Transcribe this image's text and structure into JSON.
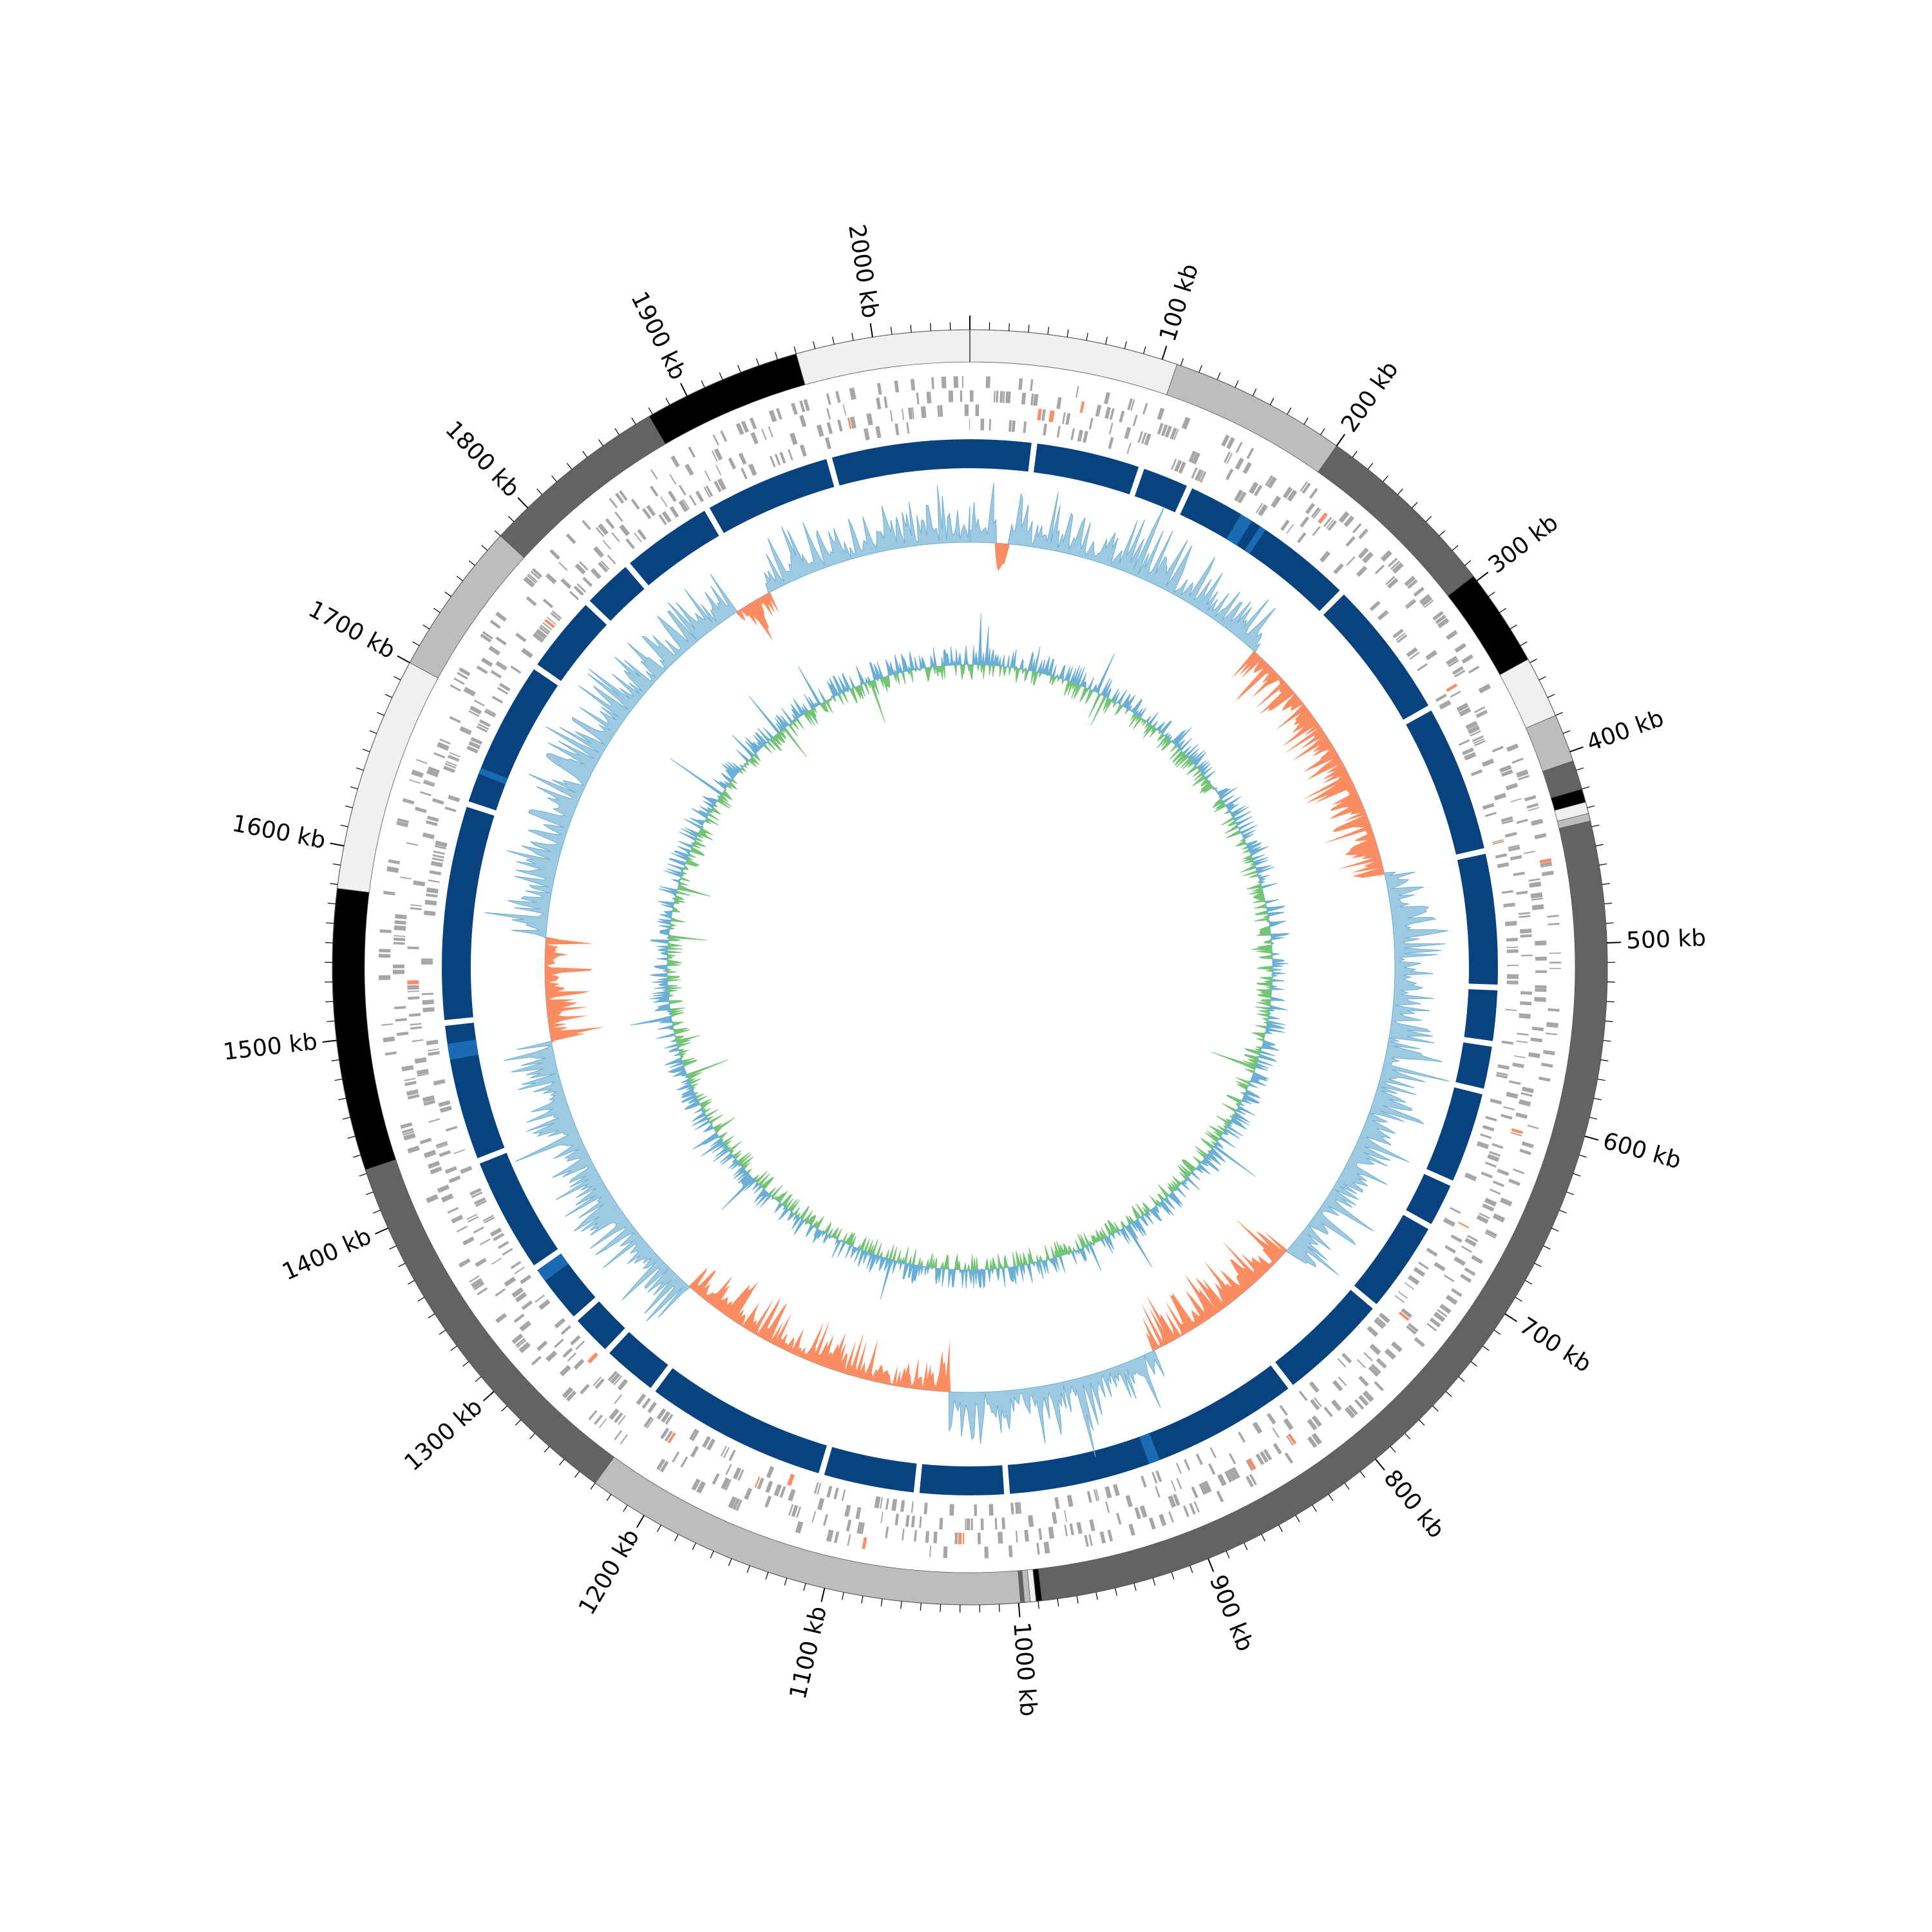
{
  "chart_data": {
    "type": "circular-genome",
    "genome_length_kb": 2050,
    "axis": {
      "unit": "kb",
      "major_ticks": [
        {
          "value": 100,
          "label": "100 kb"
        },
        {
          "value": 200,
          "label": "200 kb"
        },
        {
          "value": 300,
          "label": "300 kb"
        },
        {
          "value": 400,
          "label": "400 kb"
        },
        {
          "value": 500,
          "label": "500 kb"
        },
        {
          "value": 600,
          "label": "600 kb"
        },
        {
          "value": 700,
          "label": "700 kb"
        },
        {
          "value": 800,
          "label": "800 kb"
        },
        {
          "value": 900,
          "label": "900 kb"
        },
        {
          "value": 1000,
          "label": "1000 kb"
        },
        {
          "value": 1100,
          "label": "1100 kb"
        },
        {
          "value": 1200,
          "label": "1200 kb"
        },
        {
          "value": 1300,
          "label": "1300 kb"
        },
        {
          "value": 1400,
          "label": "1400 kb"
        },
        {
          "value": 1500,
          "label": "1500 kb"
        },
        {
          "value": 1600,
          "label": "1600 kb"
        },
        {
          "value": 1700,
          "label": "1700 kb"
        },
        {
          "value": 1800,
          "label": "1800 kb"
        },
        {
          "value": 1900,
          "label": "1900 kb"
        },
        {
          "value": 2000,
          "label": "2000 kb"
        }
      ],
      "minor_tick_step_kb": 10
    },
    "contig_blocks": [
      {
        "start": 0,
        "end": 108,
        "color": "#f0f0f0"
      },
      {
        "start": 108,
        "end": 200,
        "color": "#bdbdbd"
      },
      {
        "start": 200,
        "end": 297,
        "color": "#636363"
      },
      {
        "start": 297,
        "end": 348,
        "color": "#000000"
      },
      {
        "start": 348,
        "end": 380,
        "color": "#f0f0f0"
      },
      {
        "start": 380,
        "end": 405,
        "color": "#bdbdbd"
      },
      {
        "start": 405,
        "end": 420,
        "color": "#636363"
      },
      {
        "start": 420,
        "end": 427,
        "color": "#000000"
      },
      {
        "start": 427,
        "end": 433,
        "color": "#f0f0f0"
      },
      {
        "start": 433,
        "end": 437,
        "color": "#bdbdbd"
      },
      {
        "start": 437,
        "end": 988,
        "color": "#636363"
      },
      {
        "start": 988,
        "end": 991,
        "color": "#000000"
      },
      {
        "start": 991,
        "end": 994,
        "color": "#f0f0f0"
      },
      {
        "start": 994,
        "end": 997,
        "color": "#bdbdbd"
      },
      {
        "start": 997,
        "end": 999,
        "color": "#636363"
      },
      {
        "start": 999,
        "end": 1230,
        "color": "#bdbdbd"
      },
      {
        "start": 1230,
        "end": 1432,
        "color": "#636363"
      },
      {
        "start": 1432,
        "end": 1578,
        "color": "#000000"
      },
      {
        "start": 1578,
        "end": 1700,
        "color": "#f0f0f0"
      },
      {
        "start": 1700,
        "end": 1780,
        "color": "#bdbdbd"
      },
      {
        "start": 1780,
        "end": 1878,
        "color": "#636363"
      },
      {
        "start": 1878,
        "end": 1960,
        "color": "#000000"
      },
      {
        "start": 1960,
        "end": 2050,
        "color": "#f0f0f0"
      }
    ],
    "tracks": [
      {
        "kind": "genes",
        "feature_color": "#a6a6a6",
        "highlight_color": "#fc8d62"
      },
      {
        "kind": "alignment-band",
        "color": "#08427f",
        "alt_color": "#1a6bb3",
        "gaps_kb": [
          40,
          108,
          140,
          255,
          345,
          440,
          525,
          560,
          590,
          650,
          680,
          740,
          812,
          1002,
          1058,
          1118,
          1235,
          1272,
          1300,
          1340,
          1415,
          1503,
          1640,
          1735,
          1786,
          1820,
          1880,
          1962
        ]
      },
      {
        "kind": "gc-content",
        "above_color": "#9ecae1",
        "below_color": "#fc8d62",
        "edge_color": "#6baed6"
      },
      {
        "kind": "gc-skew",
        "positive_color": "#6baed6",
        "negative_color": "#74c476"
      }
    ]
  }
}
